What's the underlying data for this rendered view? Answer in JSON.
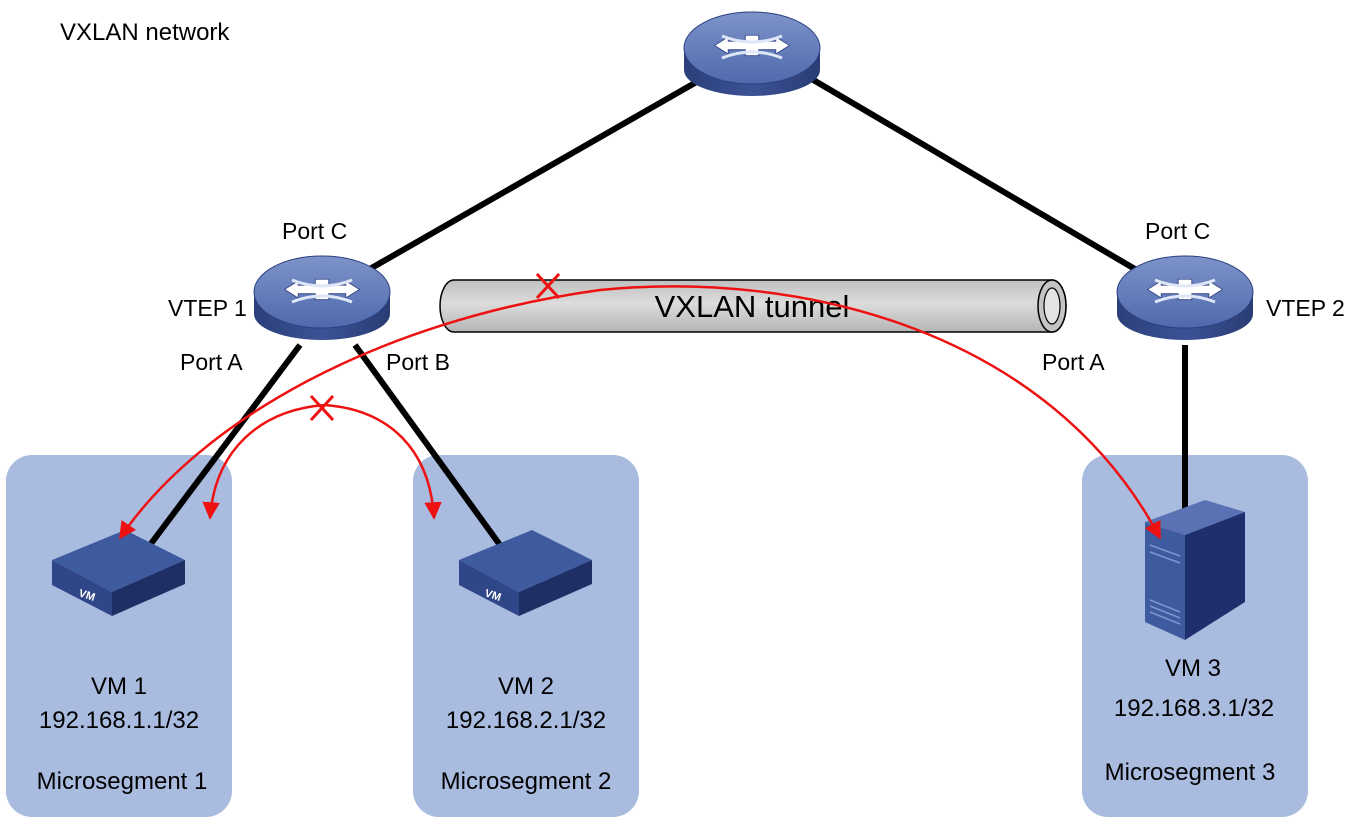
{
  "title": "VXLAN network",
  "vteps": [
    {
      "name": "VTEP 1",
      "port_up": "Port C",
      "port_left": "Port A",
      "port_right": "Port B"
    },
    {
      "name": "VTEP 2",
      "port_up": "Port C",
      "port_down": "Port A"
    }
  ],
  "tunnel_label": "VXLAN tunnel",
  "vm_badge": "VM",
  "segments": [
    {
      "label": "Microsegment 1",
      "vm_name": "VM 1",
      "vm_ip": "192.168.1.1/32"
    },
    {
      "label": "Microsegment 2",
      "vm_name": "VM 2",
      "vm_ip": "192.168.2.1/32"
    },
    {
      "label": "Microsegment 3",
      "vm_name": "VM 3",
      "vm_ip": "192.168.3.1/32"
    }
  ],
  "colors": {
    "segment_fill": "#a9bbdf",
    "device_blue": "#3f5b9f",
    "link": "#000000",
    "blocked_flow": "#ee1111",
    "tunnel_fill": "#d0d0d0"
  }
}
